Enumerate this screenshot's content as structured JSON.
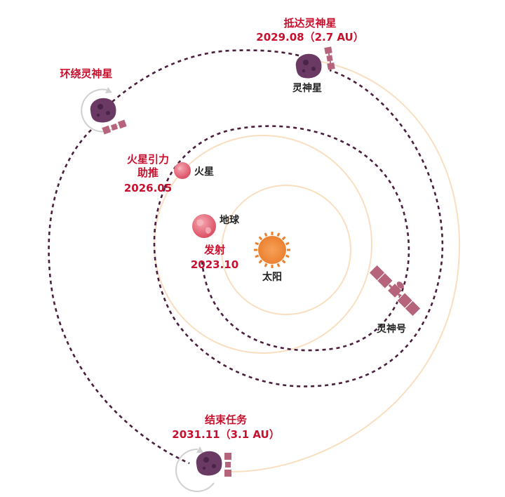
{
  "labels": {
    "arrival_title": "抵达灵神星",
    "arrival_date": "2029.08（2.7 AU）",
    "psyche_top": "灵神星",
    "orbiting": "环绕灵神星",
    "mars_assist_1": "火星引力",
    "mars_assist_2": "助推",
    "mars_assist_date": "2026.05",
    "mars": "火星",
    "earth": "地球",
    "launch": "发射",
    "launch_date": "2023.10",
    "sun": "太阳",
    "spacecraft": "灵神号",
    "end_title": "结束任务",
    "end_date": "2031.11（3.1 AU）"
  },
  "colors": {
    "trajectory": "#4a1f3d",
    "orbit": "#f9dfc0",
    "label_red": "#c8102e",
    "sun": "#f08a3a",
    "earth_mars": "#e0566a",
    "asteroid": "#6a3a64",
    "craft": "#b5647b"
  }
}
